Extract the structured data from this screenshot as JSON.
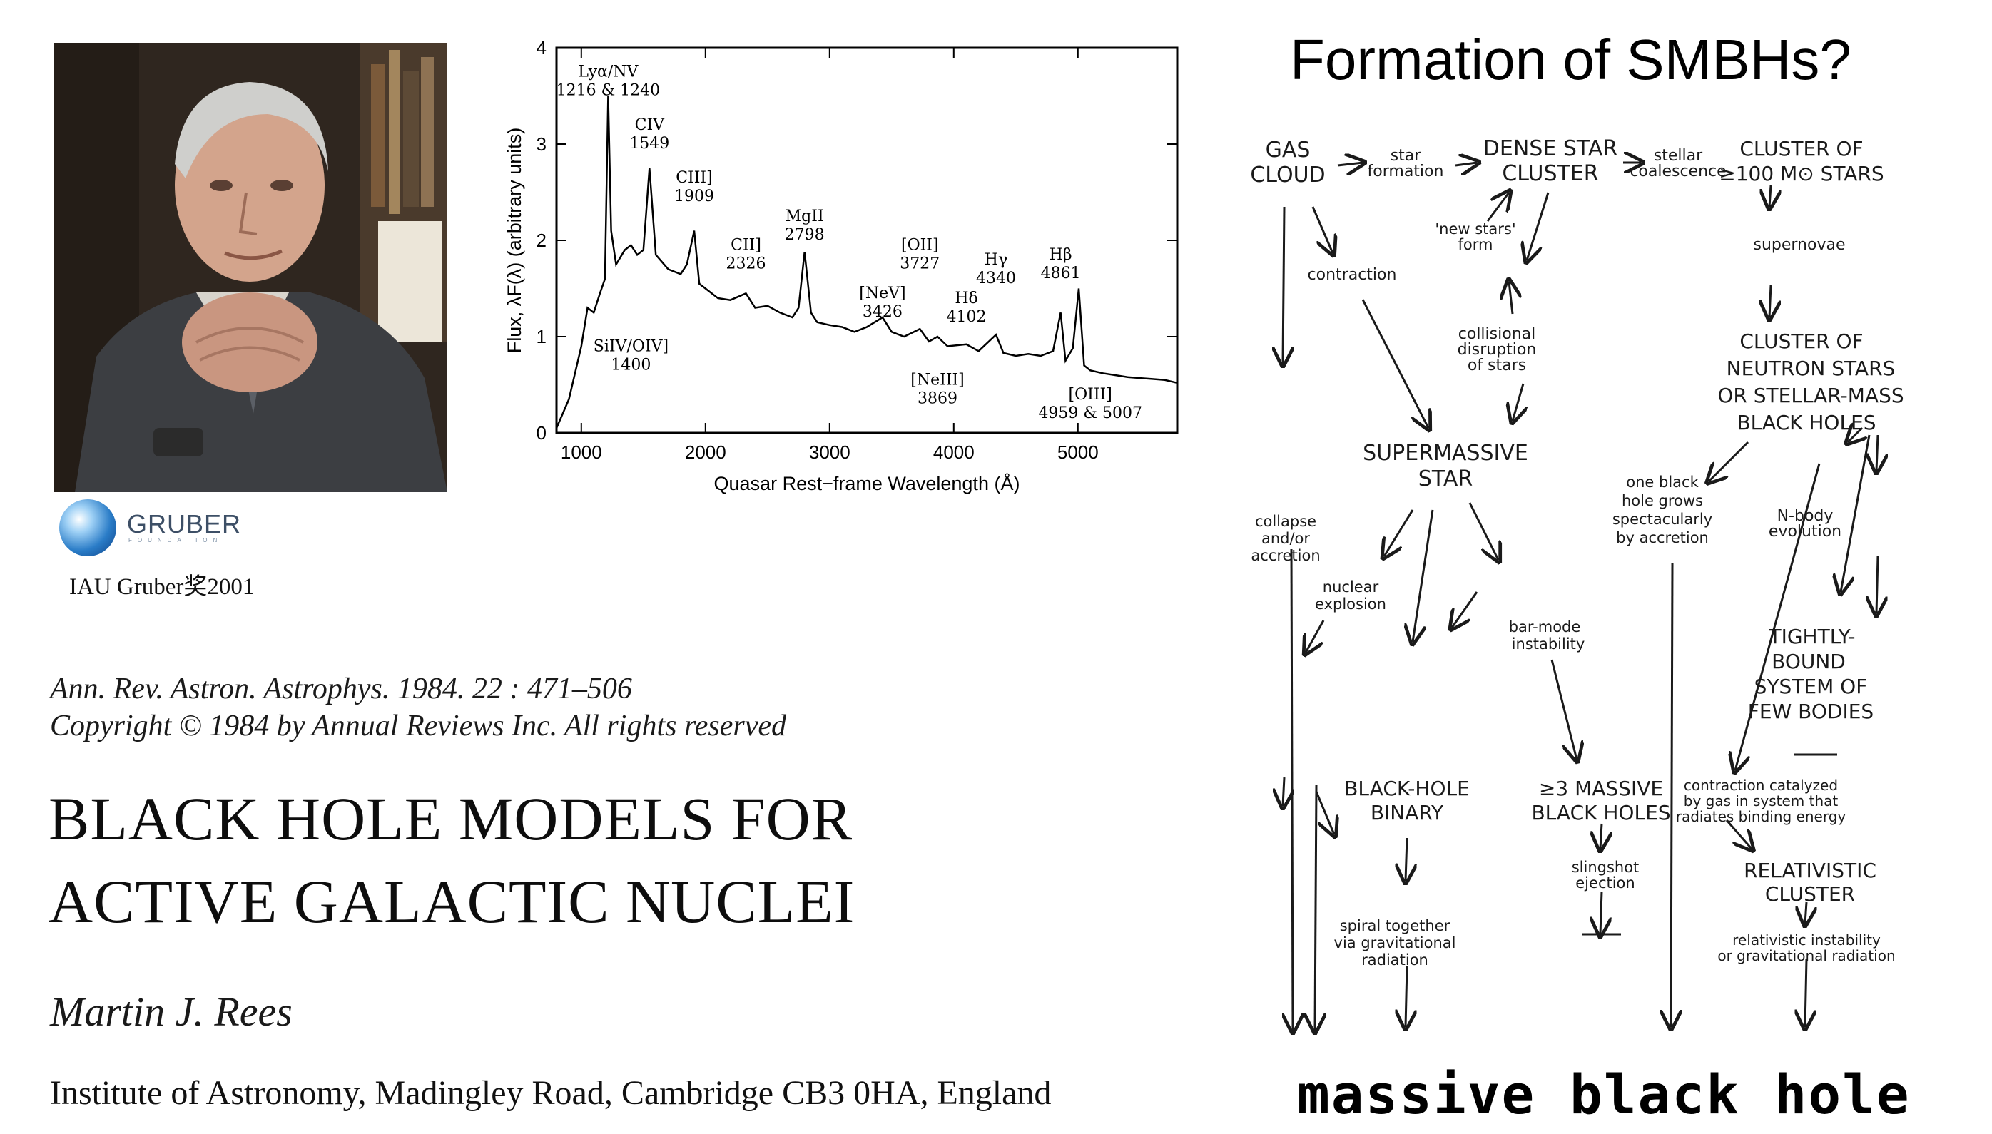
{
  "portrait_caption": "IAU Gruber奖2001",
  "logo": {
    "text": "GRUBER",
    "sub": "FOUNDATION"
  },
  "chart_data": {
    "type": "line",
    "title": "",
    "xlabel": "Quasar Rest−frame Wavelength (Å)",
    "ylabel": "Flux, λF(λ) (arbitrary units)",
    "xlim": [
      800,
      5800
    ],
    "ylim": [
      0,
      4
    ],
    "xticks": [
      1000,
      2000,
      3000,
      4000,
      5000
    ],
    "yticks": [
      0,
      1,
      2,
      3,
      4
    ],
    "x": [
      800,
      900,
      1000,
      1050,
      1100,
      1150,
      1190,
      1216,
      1240,
      1280,
      1350,
      1400,
      1450,
      1500,
      1549,
      1600,
      1700,
      1800,
      1850,
      1909,
      1950,
      2000,
      2100,
      2200,
      2326,
      2400,
      2500,
      2600,
      2700,
      2750,
      2798,
      2850,
      2900,
      3000,
      3100,
      3200,
      3300,
      3426,
      3500,
      3600,
      3727,
      3800,
      3869,
      3950,
      4102,
      4200,
      4340,
      4400,
      4500,
      4600,
      4700,
      4800,
      4861,
      4900,
      4959,
      5007,
      5050,
      5100,
      5200,
      5300,
      5400,
      5500,
      5600,
      5700,
      5800
    ],
    "y": [
      0.05,
      0.35,
      0.9,
      1.3,
      1.25,
      1.45,
      1.6,
      3.5,
      2.1,
      1.75,
      1.9,
      1.95,
      1.85,
      1.9,
      2.75,
      1.85,
      1.7,
      1.65,
      1.75,
      2.1,
      1.55,
      1.5,
      1.4,
      1.38,
      1.45,
      1.3,
      1.32,
      1.25,
      1.2,
      1.3,
      1.88,
      1.25,
      1.15,
      1.12,
      1.1,
      1.05,
      1.1,
      1.2,
      1.05,
      1.0,
      1.08,
      0.95,
      1.0,
      0.9,
      0.92,
      0.85,
      1.02,
      0.83,
      0.8,
      0.82,
      0.8,
      0.85,
      1.25,
      0.75,
      0.88,
      1.5,
      0.7,
      0.65,
      0.62,
      0.6,
      0.58,
      0.57,
      0.56,
      0.55,
      0.52
    ],
    "annotations": [
      {
        "x": 1216,
        "y": 3.7,
        "lines": [
          "Lyα/NV",
          "1216 & 1240"
        ]
      },
      {
        "x": 1549,
        "y": 3.15,
        "lines": [
          "CIV",
          "1549"
        ]
      },
      {
        "x": 1909,
        "y": 2.6,
        "lines": [
          "CIII]",
          "1909"
        ]
      },
      {
        "x": 2326,
        "y": 1.9,
        "lines": [
          "CII]",
          "2326"
        ]
      },
      {
        "x": 2798,
        "y": 2.2,
        "lines": [
          "MgII",
          "2798"
        ]
      },
      {
        "x": 3727,
        "y": 1.9,
        "lines": [
          "[OII]",
          "3727"
        ]
      },
      {
        "x": 3426,
        "y": 1.4,
        "lines": [
          "[NeV]",
          "3426"
        ]
      },
      {
        "x": 4340,
        "y": 1.75,
        "lines": [
          "Hγ",
          "4340"
        ]
      },
      {
        "x": 4102,
        "y": 1.35,
        "lines": [
          "Hδ",
          "4102"
        ]
      },
      {
        "x": 4861,
        "y": 1.8,
        "lines": [
          "Hβ",
          "4861"
        ]
      },
      {
        "x": 1400,
        "y": 0.85,
        "lines": [
          "SiIV/OIV]",
          "1400"
        ]
      },
      {
        "x": 3869,
        "y": 0.5,
        "lines": [
          "[NeIII]",
          "3869"
        ]
      },
      {
        "x": 5100,
        "y": 0.35,
        "lines": [
          "[OIII]",
          "4959 & 5007"
        ]
      }
    ]
  },
  "citation": {
    "line1": "Ann. Rev. Astron. Astrophys. 1984. 22 : 471–506",
    "line2": "Copyright © 1984 by Annual Reviews Inc. All rights reserved"
  },
  "paper": {
    "title_line1": "BLACK HOLE MODELS FOR",
    "title_line2": "ACTIVE GALACTIC NUCLEI",
    "author": "Martin J. Rees",
    "institute": "Institute of Astronomy, Madingley Road, Cambridge CB3 0HA, England"
  },
  "slide_title": "Formation of SMBHs?",
  "flow": {
    "gas_cloud": [
      "GAS",
      "CLOUD"
    ],
    "star_formation": [
      "star",
      "formation"
    ],
    "dense_star_cluster": [
      "DENSE STAR",
      "CLUSTER"
    ],
    "stellar_coalescence": [
      "stellar",
      "coalescence"
    ],
    "cluster_100": [
      "CLUSTER OF",
      "≥100 M⊙ STARS"
    ],
    "supernovae": "supernovae",
    "contraction": "contraction",
    "new_stars": [
      "'new stars'",
      "form"
    ],
    "collisional": [
      "collisional",
      "disruption",
      "of stars"
    ],
    "neutron_cluster": [
      "CLUSTER OF",
      "NEUTRON STARS",
      "OR STELLAR-MASS",
      "BLACK HOLES"
    ],
    "supermassive_star": [
      "SUPERMASSIVE",
      "STAR"
    ],
    "one_black_hole": [
      "one black",
      "hole grows",
      "spectacularly",
      "by accretion"
    ],
    "nbody": [
      "N-body",
      "evolution"
    ],
    "collapse": [
      "collapse",
      "and/or",
      "accretion"
    ],
    "nuclear_explosion": [
      "nuclear",
      "explosion"
    ],
    "bar_mode": [
      "bar-mode",
      "instability"
    ],
    "tightly_bound": [
      "TIGHTLY-",
      "BOUND",
      "SYSTEM OF",
      "FEW BODIES"
    ],
    "bh_binary": [
      "BLACK-HOLE",
      "BINARY"
    ],
    "three_bh": [
      "≥3 MASSIVE",
      "BLACK HOLES"
    ],
    "contraction_catalyzed": [
      "contraction catalyzed",
      "by gas in system that",
      "radiates binding energy"
    ],
    "slingshot": [
      "slingshot",
      "ejection"
    ],
    "relativistic_cluster": [
      "RELATIVISTIC",
      "CLUSTER"
    ],
    "spiral": [
      "spiral together",
      "via gravitational",
      "radiation"
    ],
    "relativistic_instability": [
      "relativistic instability",
      "or gravitational radiation"
    ]
  },
  "footer_text": "massive black hole"
}
